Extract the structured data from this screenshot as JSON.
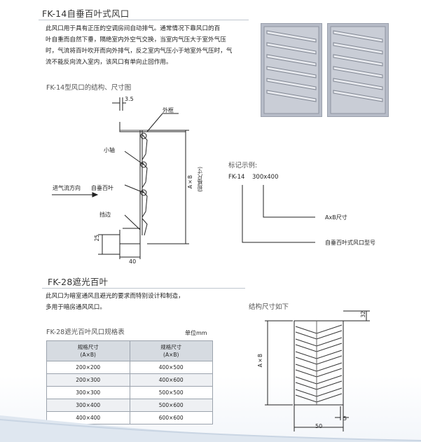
{
  "section1": {
    "title": "FK-14自垂百叶式风口",
    "description_lines": [
      "此风口用于具有正压的空调房间自动排气。通常情况下靠风口的百",
      "叶自重而自然下垂，隔绝室内外空气交换，当室内气压大于室外气压",
      "时，气流将百叶吹开而向外排气，反之室内气压小于地室外气压时，气",
      "流不能反向流入室内，该风口有单向止回作用。"
    ],
    "diagram_title": "FK-14型风口的结构、尺寸图",
    "diagram_labels": {
      "dim_top": "3.5",
      "outer_frame": "外框",
      "small_axis": "小轴",
      "airflow": "进气流方向",
      "self_hanging_louver": "自垂百叶",
      "stop_edge": "挡边",
      "dim_25": "25",
      "dim_40": "40",
      "axb_spec": "A×B",
      "axb_spec_note": "(规格尺寸)"
    },
    "example": {
      "title": "标记示例:",
      "code": "FK-14",
      "size": "300x400",
      "axb_label": "AxB尺寸",
      "model_label": "自垂百叶式风口型号"
    }
  },
  "section2": {
    "title": "FK-28遮光百叶",
    "description_lines": [
      "此风口为暗室通风且避光的要求而特别设计和制造，",
      "多用于暗房通风风口。"
    ],
    "structure_title": "结构尺寸如下",
    "table_title": "FK-28遮光百叶风口规格表",
    "unit": "单位mm",
    "headers": [
      {
        "l1": "规格尺寸",
        "l2": "(A×B)"
      },
      {
        "l1": "规格尺寸",
        "l2": "(A×B)"
      }
    ],
    "rows": [
      [
        "200×200",
        "400×500"
      ],
      [
        "200×300",
        "400×600"
      ],
      [
        "300×300",
        "500×500"
      ],
      [
        "300×400",
        "500×600"
      ],
      [
        "400×400",
        "600×600"
      ]
    ],
    "dims": {
      "d32": "32",
      "axb": "A×B",
      "d50": "50",
      "d5": "5"
    }
  },
  "colors": {
    "accent": "#8fa3bf",
    "table_header": "#d6dbe1",
    "frame": "#7d8490"
  }
}
